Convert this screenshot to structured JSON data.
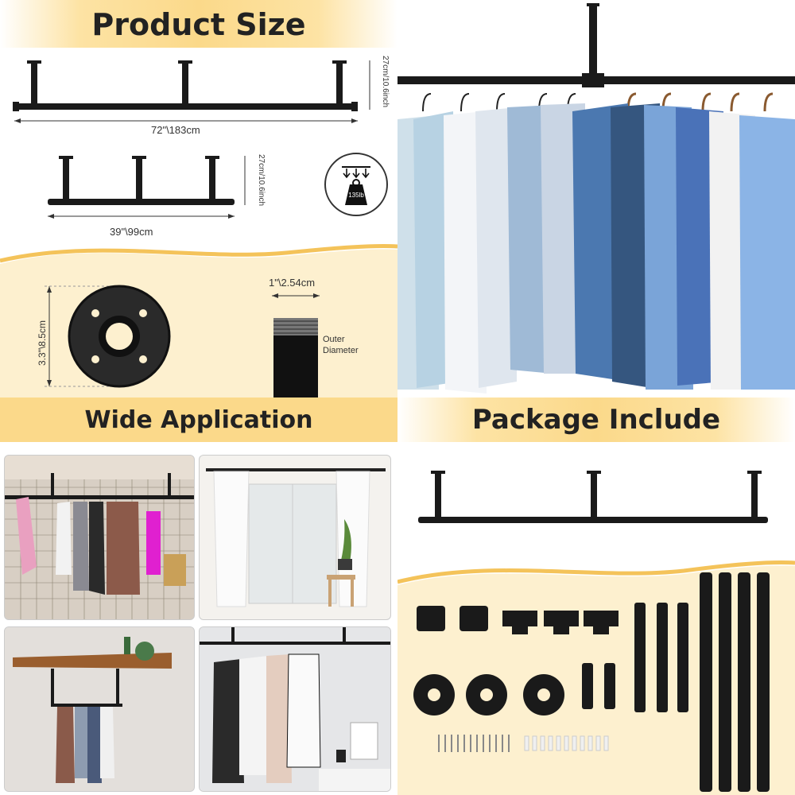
{
  "sections": {
    "product_size": "Product Size",
    "wide_application": "Wide Application",
    "package_include": "Package Include"
  },
  "dimensions": {
    "long_length": "72\"\\183cm",
    "long_height": "27cm/10.6inch",
    "short_length": "39\"\\99cm",
    "short_height": "27cm/10.6inch",
    "flange_size": "3.3\"\\8.5cm",
    "pipe_diameter": "1\"\\2.54cm",
    "outer_diameter": "Outer Diameter"
  },
  "load_badge": {
    "text": "135lb",
    "icon": "weight-icon"
  },
  "colors": {
    "banner": "#fbd98a",
    "accent": "#f4c35a",
    "pipe": "#1a1a1a"
  }
}
